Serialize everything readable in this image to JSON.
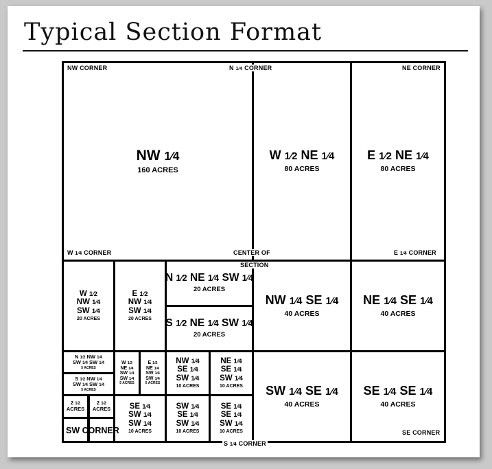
{
  "page": {
    "title": "Typical Section Format",
    "background_color": "#c9c9c9",
    "paper_color": "#ffffff",
    "ink_color": "#000000"
  },
  "corners": {
    "nw": "NW CORNER",
    "n_quarter": "N 1/4 CORNER",
    "ne": "NE CORNER",
    "w_quarter": "W 1/4 CORNER",
    "center_of": "CENTER OF",
    "section": "SECTION",
    "e_quarter": "E 1/4 CORNER",
    "sw": "SW CORNER",
    "s_quarter": "S 1/4 CORNER",
    "se": "SE CORNER"
  },
  "cells": {
    "nw_quarter": {
      "label": "NW 1/4",
      "acres": "160 ACRES"
    },
    "w_half_ne": {
      "label": "W 1/2  NE 1/4",
      "acres": "80 ACRES"
    },
    "e_half_ne": {
      "label": "E 1/2  NE 1/4",
      "acres": "80 ACRES"
    },
    "w_half_nw_sw": {
      "label": "W 1/2\nNW 1/4\nSW 1/4",
      "acres": "20 ACRES"
    },
    "e_half_nw_sw": {
      "label": "E 1/2\nNW 1/4\nSW 1/4",
      "acres": "20 ACRES"
    },
    "n_half_ne_sw": {
      "label": "N 1/2  NE 1/4  SW 1/4",
      "acres": "20 ACRES"
    },
    "s_half_ne_sw": {
      "label": "S 1/2  NE 1/4  SW 1/4",
      "acres": "20 ACRES"
    },
    "nw_se": {
      "label": "NW 1/4  SE 1/4",
      "acres": "40 ACRES"
    },
    "ne_se": {
      "label": "NE 1/4  SE 1/4",
      "acres": "40 ACRES"
    },
    "n_half_nw_sw_sw": {
      "label": "N 1/2  NW 1/4\nSW 1/4  SW 1/4",
      "acres": "5 ACRES"
    },
    "s_half_nw_sw_sw": {
      "label": "S 1/2  NW 1/4\nSW 1/4  SW 1/4",
      "acres": "5 ACRES"
    },
    "w_half_ne_sw_sw": {
      "label": "W 1/2\nNE 1/4\nSW 1/4\nSW 1/4",
      "acres": "5 ACRES"
    },
    "e_half_ne_sw_sw": {
      "label": "E 1/2\nNE 1/4\nSW 1/4\nSW 1/4",
      "acres": "5 ACRES"
    },
    "nw_se_sw": {
      "label": "NW 1/4\nSE 1/4\nSW 1/4",
      "acres": "10 ACRES"
    },
    "ne_se_sw": {
      "label": "NE 1/4\nSE 1/4\nSW 1/4",
      "acres": "10 ACRES"
    },
    "sw_se_sw": {
      "label": "SW 1/4\nSE 1/4\nSW 1/4",
      "acres": "10 ACRES"
    },
    "se_se_sw": {
      "label": "SE 1/4\nSE 1/4\nSW 1/4",
      "acres": "10 ACRES"
    },
    "acres_two_half_a": {
      "label": "2 1/2\nACRES",
      "acres": ""
    },
    "acres_two_half_b": {
      "label": "2 1/2\nACRES",
      "acres": ""
    },
    "se_sw_sw": {
      "label": "SE 1/4\nSW 1/4\nSW 1/4",
      "acres": "10 ACRES"
    },
    "sw_se": {
      "label": "SW 1/4  SE 1/4",
      "acres": "40 ACRES"
    },
    "se_se": {
      "label": "SE 1/4  SE 1/4",
      "acres": "40 ACRES"
    }
  }
}
